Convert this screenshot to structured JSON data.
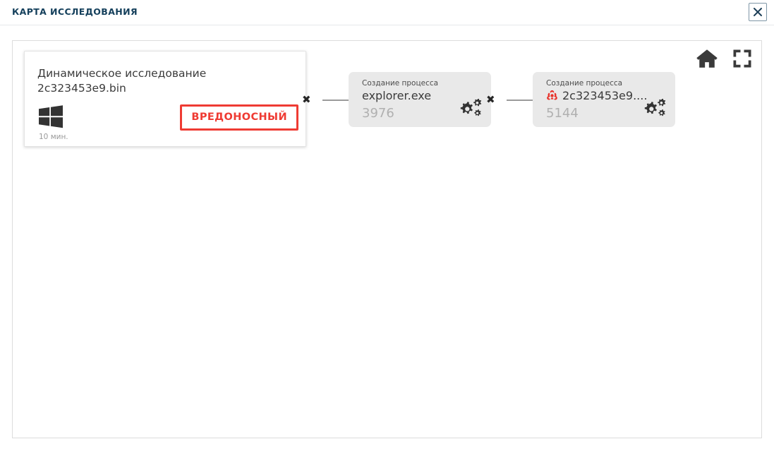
{
  "header": {
    "title": "КАРТА ИССЛЕДОВАНИЯ",
    "close_icon": "close-icon"
  },
  "canvas": {
    "controls": [
      {
        "name": "home-icon",
        "label": "home-icon"
      },
      {
        "name": "fullscreen-icon",
        "label": "fullscreen-icon"
      }
    ]
  },
  "root_card": {
    "title": "Динамическое исследование 2c323453e9.bin",
    "os_icon": "windows-logo-icon",
    "duration": "10 мин.",
    "verdict": "ВРЕДОНОСНЫЙ",
    "verdict_color": "#ef3b33"
  },
  "nodes": [
    {
      "kind": "Создание процесса",
      "name": "explorer.exe",
      "pid": "3976",
      "threat_icon": "",
      "icon": "gears-icon"
    },
    {
      "kind": "Создание процесса",
      "name": "2c323453e9....",
      "pid": "5144",
      "threat_icon": "biohazard-icon",
      "icon": "gears-icon"
    }
  ],
  "edges": {
    "collapse_marker": "✖"
  }
}
